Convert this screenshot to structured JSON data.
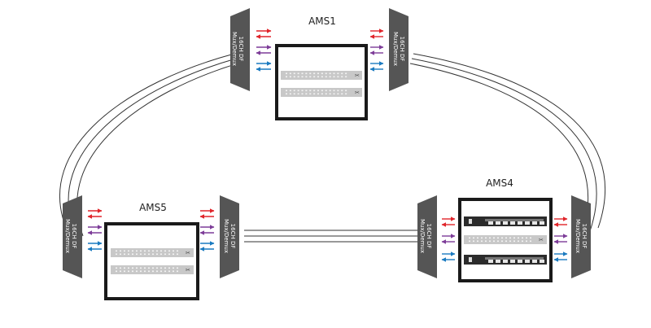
{
  "sites": {
    "ams1": {
      "label": "AMS1"
    },
    "ams4": {
      "label": "AMS4"
    },
    "ams5": {
      "label": "AMS5"
    }
  },
  "mux": {
    "line1": "16CH DF",
    "line2": "Mux/Demux"
  },
  "colors": {
    "red": "#e0242a",
    "purple": "#7d3c98",
    "blue": "#1a7ac0",
    "mux_fill": "#555555",
    "site_border": "#1a1a1a",
    "fiber": "#333333",
    "panel": "#c8c8c8",
    "switch": "#2b2b2b"
  },
  "icons": {
    "arrow_pair": "bidirectional-arrow-pair-icon",
    "patch_panel": "patch-panel-icon",
    "switch": "network-switch-icon"
  }
}
